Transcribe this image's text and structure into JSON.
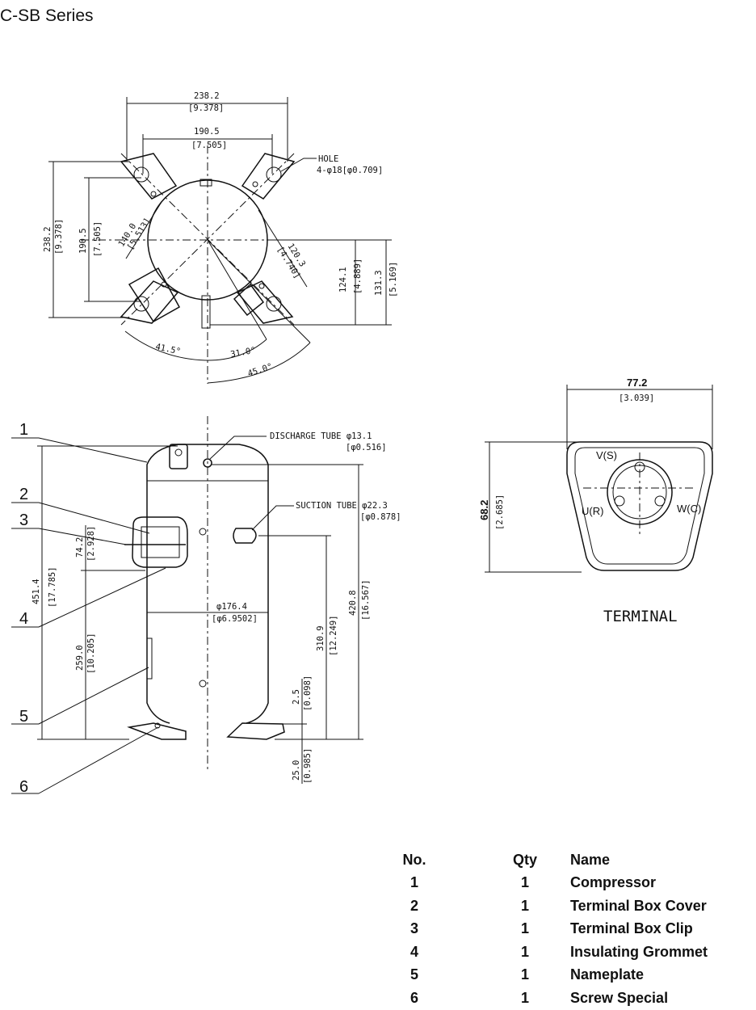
{
  "title": "C-SB  Series",
  "top_view": {
    "dim_outer_width": "238.2",
    "dim_outer_width_in": "[9.378]",
    "dim_inner_width": "190.5",
    "dim_inner_width_in": "[7.505]",
    "dim_outer_height": "238.2",
    "dim_outer_height_in": "[9.378]",
    "dim_inner_height": "190.5",
    "dim_inner_height_in": "[7.505]",
    "hole_label": "HOLE",
    "hole_spec": "4-φ18[φ0.709]",
    "dim_diag_left": "140.0",
    "dim_diag_left_in": "[5.513]",
    "dim_diag_right": "120.3",
    "dim_diag_right_in": "[4.740]",
    "dim_right_1": "124.1",
    "dim_right_1_in": "[4.889]",
    "dim_right_2": "131.3",
    "dim_right_2_in": "[5.169]",
    "angle_1": "41.5°",
    "angle_2": "31.0°",
    "angle_3": "45.0°"
  },
  "side_view": {
    "callouts": [
      "1",
      "2",
      "3",
      "4",
      "5",
      "6"
    ],
    "discharge_label": "DISCHARGE TUBE  φ13.1",
    "discharge_in": "[φ0.516]",
    "suction_label": "SUCTION TUBE φ22.3",
    "suction_in": "[φ0.878]",
    "dim_height_total": "451.4",
    "dim_height_total_in": "[17.785]",
    "dim_tb": "74.2",
    "dim_tb_in": "[2.928]",
    "dim_tb_low": "259.0",
    "dim_tb_low_in": "[10.205]",
    "dim_diameter": "φ176.4",
    "dim_diameter_in": "[φ6.9502]",
    "dim_suction_h": "310.9",
    "dim_suction_h_in": "[12.249]",
    "dim_discharge_h": "420.8",
    "dim_discharge_h_in": "[16.567]",
    "dim_foot": "2.5",
    "dim_foot_in": "[0.098]",
    "dim_bottom": "25.0",
    "dim_bottom_in": "[0.985]"
  },
  "terminal": {
    "width": "77.2",
    "width_in": "[3.039]",
    "height": "68.2",
    "height_in": "[2.685]",
    "pin_v": "V(S)",
    "pin_u": "U(R)",
    "pin_w": "W(C)",
    "title": "TERMINAL"
  },
  "parts": {
    "headers": {
      "no": "No.",
      "qty": "Qty",
      "name": "Name"
    },
    "rows": [
      {
        "no": "1",
        "qty": "1",
        "name": "Compressor"
      },
      {
        "no": "2",
        "qty": "1",
        "name": "Terminal Box Cover"
      },
      {
        "no": "3",
        "qty": "1",
        "name": "Terminal Box Clip"
      },
      {
        "no": "4",
        "qty": "1",
        "name": "Insulating  Grommet"
      },
      {
        "no": "5",
        "qty": "1",
        "name": "Nameplate"
      },
      {
        "no": "6",
        "qty": "1",
        "name": "Screw Special"
      }
    ]
  }
}
